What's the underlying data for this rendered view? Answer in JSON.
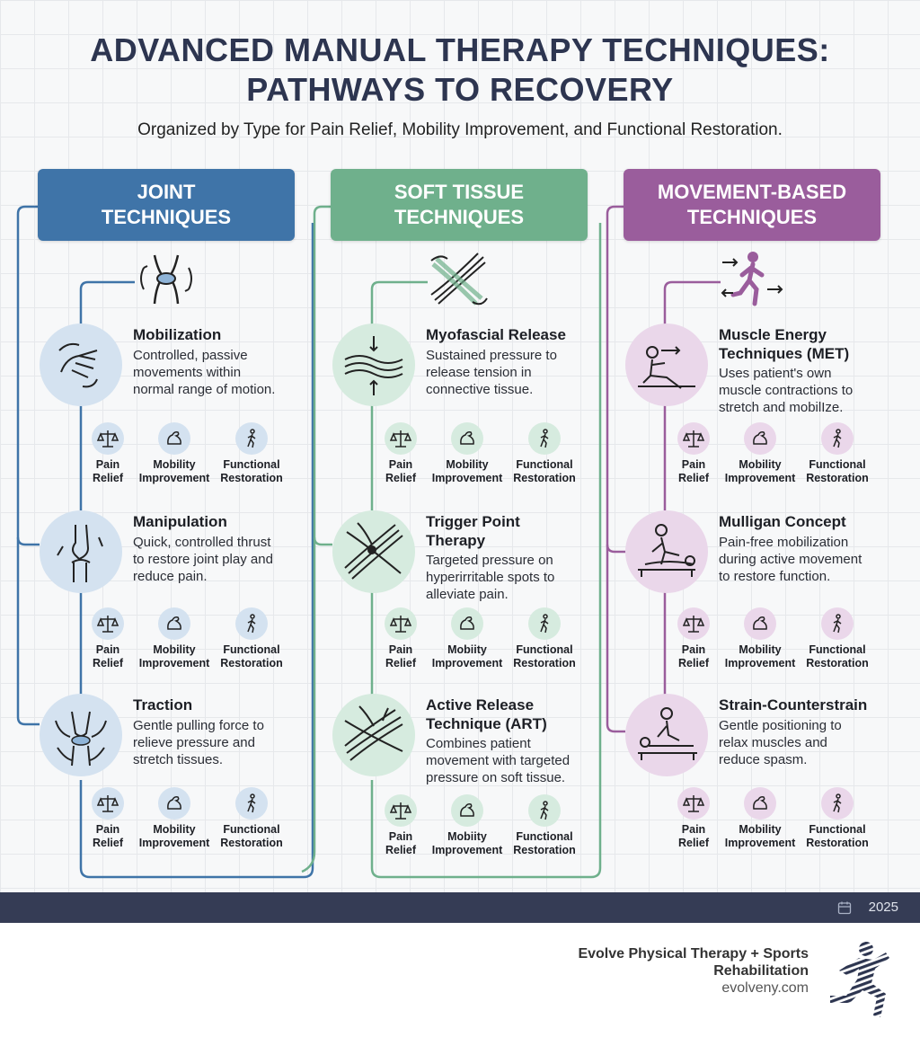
{
  "header": {
    "title_line1": "ADVANCED MANUAL THERAPY TECHNIQUES:",
    "title_line2": "PATHWAYS TO RECOVERY",
    "subtitle": "Organized by Type for Pain Relief, Mobility Improvement, and Functional Restoration."
  },
  "columns": [
    {
      "title_line1": "JOINT",
      "title_line2": "TECHNIQUES",
      "color": "#3f74a8",
      "light": "#d4e2f0",
      "techniques": [
        {
          "name": "Mobilization",
          "description": [
            "Controlled, passive",
            "movements within",
            "normal range of motion."
          ],
          "icon": "hands-mobilization-icon"
        },
        {
          "name": "Manipulation",
          "description": [
            "Quick, controlled thrust",
            "to restore joint play and",
            "reduce pain."
          ],
          "icon": "knee-joint-icon"
        },
        {
          "name": "Traction",
          "description": [
            "Gentle pulling force to",
            "relieve pressure and",
            "stretch tissues."
          ],
          "icon": "hands-traction-icon"
        }
      ],
      "benefits": [
        [
          "Pain",
          "Relief"
        ],
        [
          "Mobility",
          "Improvement"
        ],
        [
          "Functional",
          "Restoration"
        ]
      ]
    },
    {
      "title_line1": "SOFT TISSUE",
      "title_line2": "TECHNIQUES",
      "color": "#6fb08c",
      "light": "#d6ebdf",
      "techniques": [
        {
          "name": "Myofascial Release",
          "description": [
            "Sustained pressure to",
            "release tension in",
            "connective tissue."
          ],
          "icon": "fascia-icon"
        },
        {
          "name_line1": "Trigger Point",
          "name_line2": "Therapy",
          "description": [
            "Targeted pressure on",
            "hyperirritable spots to",
            "alleviate pain."
          ],
          "icon": "trigger-point-icon"
        },
        {
          "name_line1": "Active Release",
          "name_line2": "Technique (ART)",
          "description": [
            "Combines patient",
            "movement with targeted",
            "pressure on soft tissue."
          ],
          "icon": "active-release-icon"
        }
      ],
      "benefits": [
        [
          "Pain",
          "Relief"
        ],
        [
          "Mobility",
          "Improvement"
        ],
        [
          "Functional",
          "Restoration"
        ]
      ],
      "benefits_alt": [
        [
          "Pain",
          "Relief"
        ],
        [
          "Mobiity",
          "Improvement"
        ],
        [
          "Functional",
          "Restoration"
        ]
      ]
    },
    {
      "title_line1": "MOVEMENT-BASED",
      "title_line2": "TECHNIQUES",
      "color": "#9a5d9c",
      "light": "#ead7ea",
      "techniques": [
        {
          "name_line1": "Muscle Energy",
          "name_line2": "Techniques (MET)",
          "description": [
            "Uses patient's own",
            "muscle contractions to",
            "stretch and mobilIze."
          ],
          "icon": "muscle-energy-icon"
        },
        {
          "name": "Mulligan Concept",
          "description": [
            "Pain-free mobilization",
            "during active movement",
            "to restore function."
          ],
          "icon": "mulligan-icon"
        },
        {
          "name": "Strain-Counterstrain",
          "description": [
            "Gentle positioning to",
            "relax muscles and",
            "reduce spasm."
          ],
          "icon": "strain-counterstrain-icon"
        }
      ],
      "benefits": [
        [
          "Pain",
          "Relief"
        ],
        [
          "Mobility",
          "Improvement"
        ],
        [
          "Functional",
          "Restoration"
        ]
      ]
    }
  ],
  "footer": {
    "year": "2025",
    "brand_line1": "Evolve Physical Therapy + Sports",
    "brand_line2": "Rehabilitation",
    "url": "evolveny.com"
  }
}
